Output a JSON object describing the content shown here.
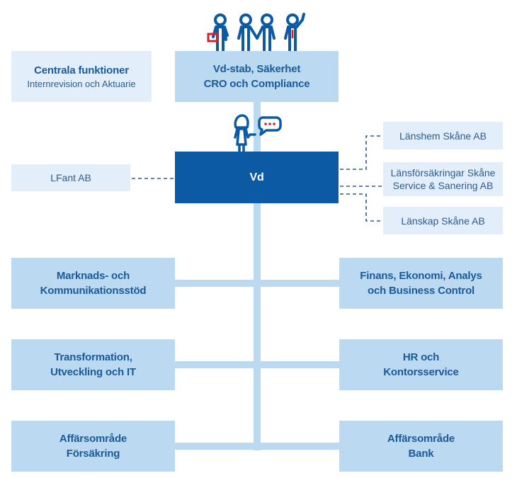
{
  "diagram": {
    "type": "organization-chart",
    "colors": {
      "dark_blue": "#0b5aa3",
      "mid_blue": "#bcd9f2",
      "light_blue": "#e2eef9",
      "text_blue": "#1b5a9a",
      "accent_red": "#d6202c"
    },
    "central_functions": {
      "title": "Centrala funktioner",
      "subtitle": "Internrevision och Aktuarie"
    },
    "vd_staff": {
      "line1": "Vd-stab, Säkerhet",
      "line2": "CRO och Compliance"
    },
    "ceo": {
      "label": "Vd"
    },
    "subsidiaries_left": [
      {
        "label": "LFant AB"
      }
    ],
    "subsidiaries_right": [
      {
        "line1": "Länshem Skåne AB"
      },
      {
        "line1": "Länsförsäkringar Skåne",
        "line2": "Service & Sanering AB"
      },
      {
        "line1": "Länskap Skåne AB"
      }
    ],
    "departments_left": [
      {
        "line1": "Marknads- och",
        "line2": "Kommunikationsstöd"
      },
      {
        "line1": "Transformation,",
        "line2": "Utveckling och IT"
      },
      {
        "line1": "Affärsområde",
        "line2": "Försäkring"
      }
    ],
    "departments_right": [
      {
        "line1": "Finans, Ekonomi, Analys",
        "line2": "och Business Control"
      },
      {
        "line1": "HR och",
        "line2": "Kontorsservice"
      },
      {
        "line1": "Affärsområde",
        "line2": "Bank"
      }
    ],
    "illustrations": {
      "top": "four-people-figures-icon",
      "ceo": "woman-speaking-icon"
    }
  }
}
